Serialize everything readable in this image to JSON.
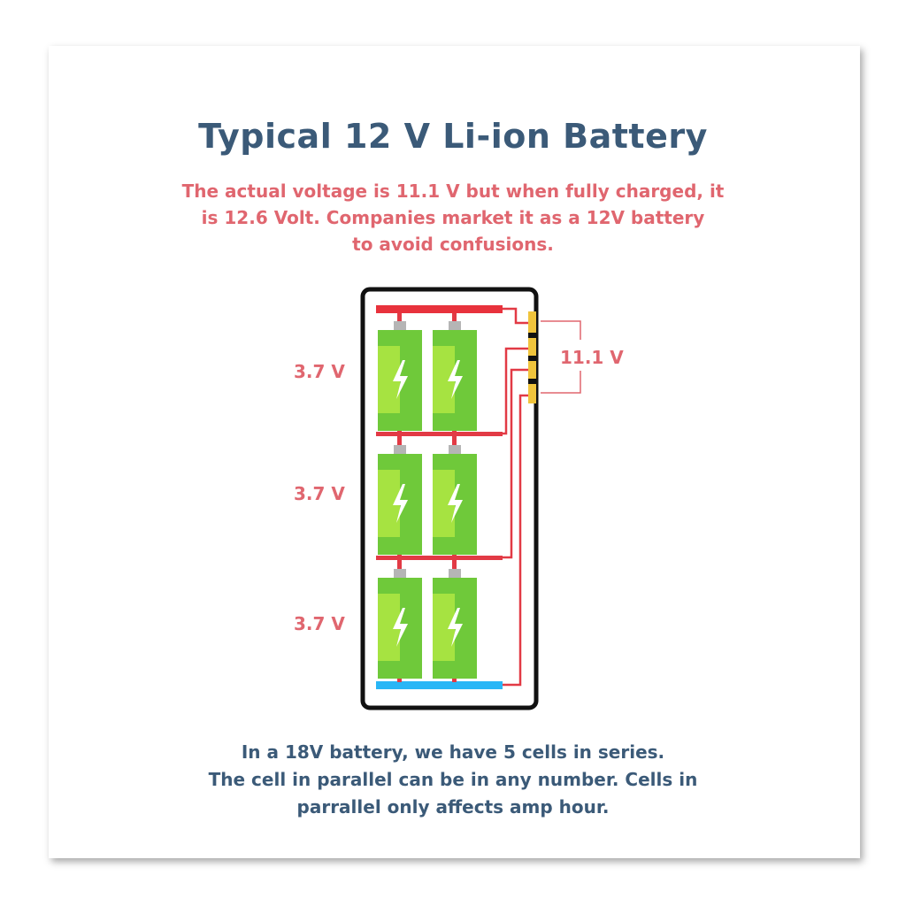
{
  "header": {
    "title": "Typical 12 V Li-ion Battery",
    "subtitle_lines": [
      "The actual voltage is 11.1 V but when fully charged, it",
      "is 12.6 Volt. Companies market it as a 12V battery",
      "to avoid confusions."
    ]
  },
  "diagram": {
    "cell_groups": [
      {
        "voltage_label": "3.7 V",
        "cells_in_parallel": 2
      },
      {
        "voltage_label": "3.7 V",
        "cells_in_parallel": 2
      },
      {
        "voltage_label": "3.7 V",
        "cells_in_parallel": 2
      }
    ],
    "total_voltage_label": "11.1 V",
    "balance_connector_pins": 4,
    "colors": {
      "frame": "#111111",
      "positive_bus": "#e8323c",
      "negative_bus": "#29b6f6",
      "wire": "#e23a45",
      "cell_light": "#a6e341",
      "cell_dark": "#6fc93a",
      "cell_cap": "#b5b5b5",
      "connector": "#f0c43c",
      "bracket": "#e0666f"
    }
  },
  "footer": {
    "lines": [
      "In a 18V battery, we have 5 cells in series.",
      "The cell in parallel can be in any number. Cells in",
      "parrallel only affects amp hour."
    ]
  }
}
